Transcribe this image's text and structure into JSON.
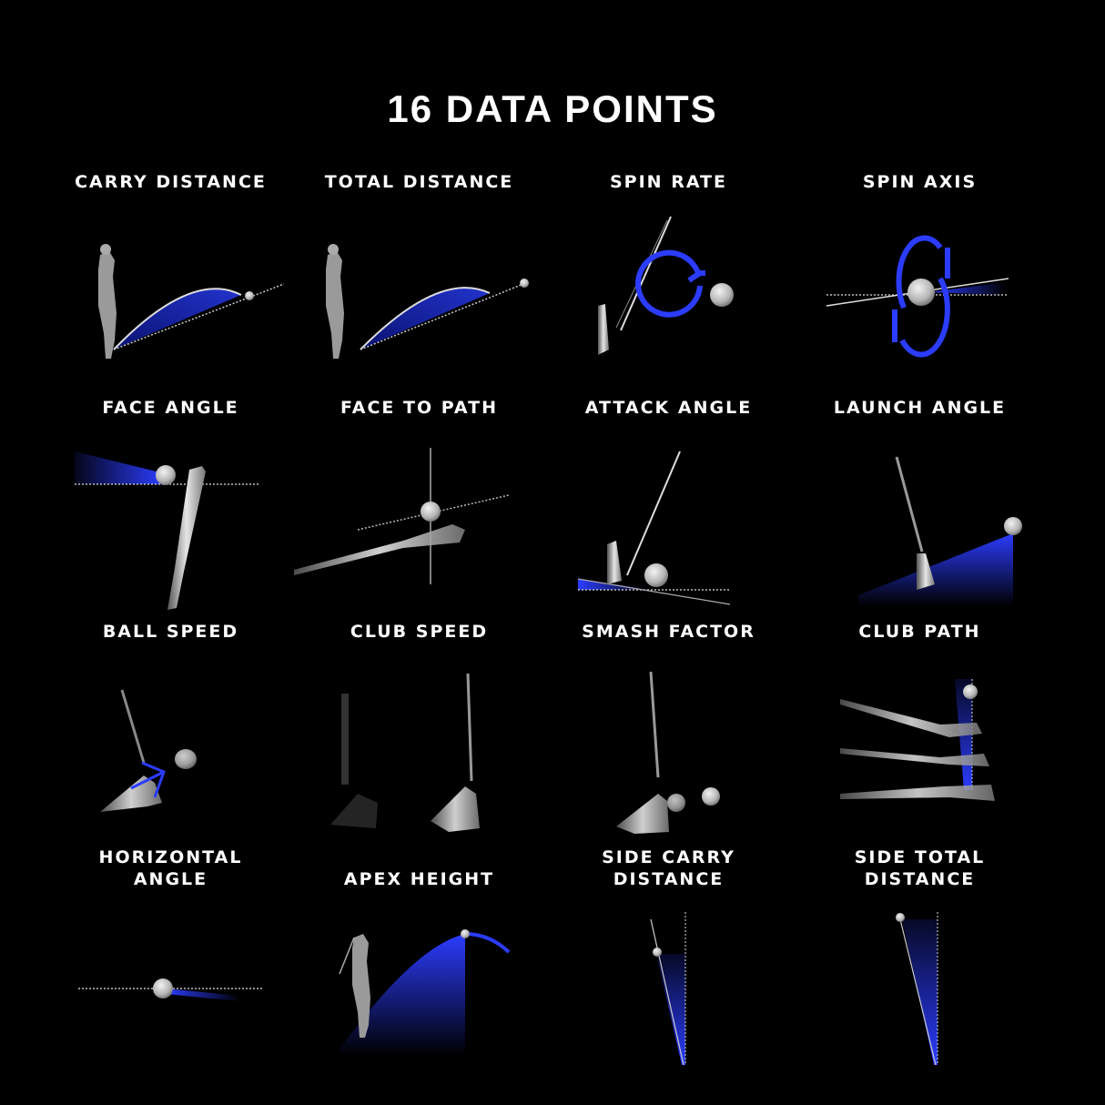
{
  "title": "16 DATA POINTS",
  "colors": {
    "background": "#000000",
    "accent": "#2b3cff",
    "text": "#ffffff",
    "ball": "#cfcfcf"
  },
  "data_points": [
    {
      "label_1": "CARRY DISTANCE",
      "label_2": "",
      "icon": "carry-distance-icon"
    },
    {
      "label_1": "TOTAL DISTANCE",
      "label_2": "",
      "icon": "total-distance-icon"
    },
    {
      "label_1": "SPIN RATE",
      "label_2": "",
      "icon": "spin-rate-icon"
    },
    {
      "label_1": "SPIN AXIS",
      "label_2": "",
      "icon": "spin-axis-icon"
    },
    {
      "label_1": "FACE ANGLE",
      "label_2": "",
      "icon": "face-angle-icon"
    },
    {
      "label_1": "FACE TO PATH",
      "label_2": "",
      "icon": "face-to-path-icon"
    },
    {
      "label_1": "ATTACK ANGLE",
      "label_2": "",
      "icon": "attack-angle-icon"
    },
    {
      "label_1": "LAUNCH ANGLE",
      "label_2": "",
      "icon": "launch-angle-icon"
    },
    {
      "label_1": "BALL SPEED",
      "label_2": "",
      "icon": "ball-speed-icon"
    },
    {
      "label_1": "CLUB SPEED",
      "label_2": "",
      "icon": "club-speed-icon"
    },
    {
      "label_1": "SMASH FACTOR",
      "label_2": "",
      "icon": "smash-factor-icon"
    },
    {
      "label_1": "CLUB PATH",
      "label_2": "",
      "icon": "club-path-icon"
    },
    {
      "label_1": "HORIZONTAL",
      "label_2": "ANGLE",
      "icon": "horizontal-angle-icon"
    },
    {
      "label_1": "APEX HEIGHT",
      "label_2": "",
      "icon": "apex-height-icon"
    },
    {
      "label_1": "SIDE CARRY",
      "label_2": "DISTANCE",
      "icon": "side-carry-distance-icon"
    },
    {
      "label_1": "SIDE TOTAL",
      "label_2": "DISTANCE",
      "icon": "side-total-distance-icon"
    }
  ]
}
